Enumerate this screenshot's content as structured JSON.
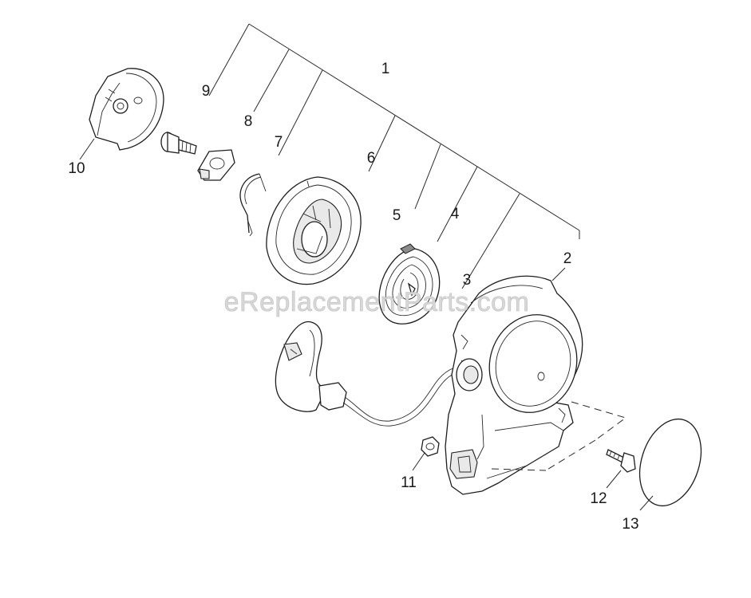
{
  "watermark": "eReplacementParts.com",
  "callouts": {
    "p1": "1",
    "p2": "2",
    "p3": "3",
    "p4": "4",
    "p5": "5",
    "p6": "6",
    "p7": "7",
    "p8": "8",
    "p9": "9",
    "p10": "10",
    "p11": "11",
    "p12": "12",
    "p13": "13"
  }
}
